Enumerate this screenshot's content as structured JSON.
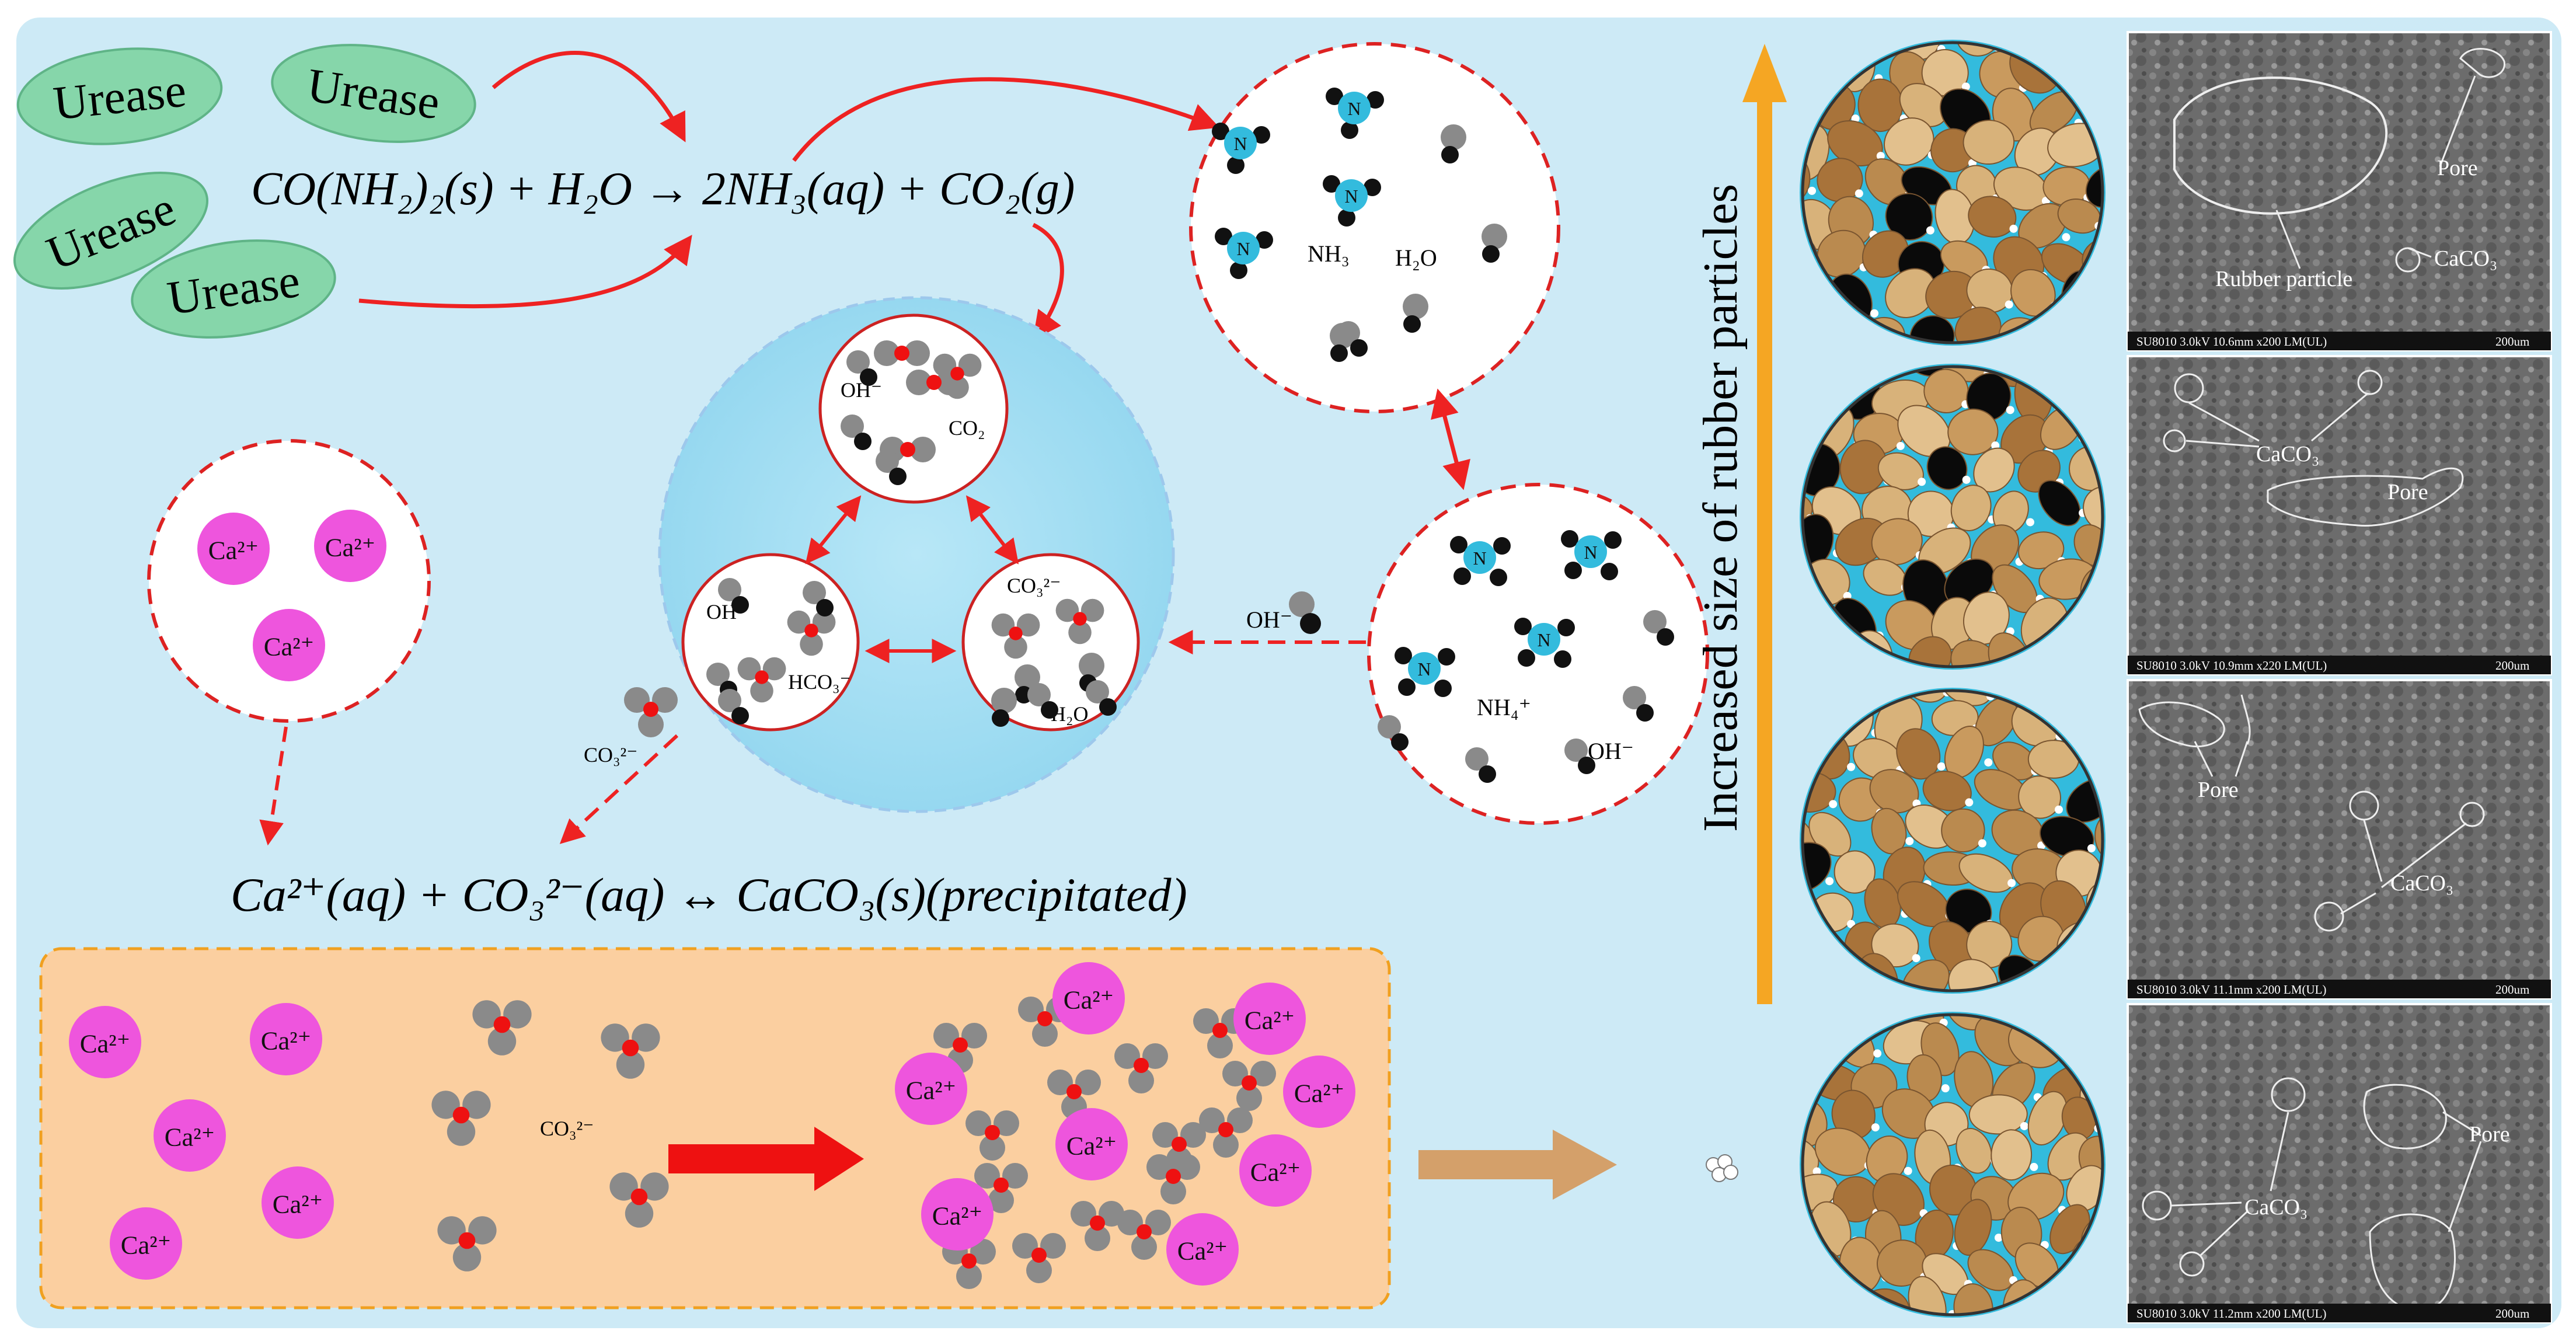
{
  "enzyme": {
    "label": "Urease"
  },
  "equations": {
    "hydrolysis": "CO(NH₂)₂(s) + H₂O → 2NH₃(aq) + CO₂(g)",
    "precipitation": "Ca²⁺(aq) + CO₃²⁻(aq) ↔ CaCO₃(s)(precipitated)"
  },
  "ions": {
    "calcium": "Ca²⁺",
    "hydroxide": "OH⁻",
    "carbonate": "CO₃²⁻",
    "bicarbonate": "HCO₃⁻",
    "nitrogen": "N"
  },
  "species": {
    "ammonia": "NH₃",
    "water": "H₂O",
    "ammonium": "NH₄⁺",
    "carbon_dioxide": "CO₂"
  },
  "trend_axis": {
    "label": "Increased size of rubber particles"
  },
  "sem_images": [
    {
      "annotations": [
        "Pore",
        "CaCO₃",
        "Rubber particle"
      ],
      "footer": "SU8010 3.0kV 10.6mm x200 LM(UL)",
      "scale": "200um"
    },
    {
      "annotations": [
        "CaCO₃",
        "Pore"
      ],
      "footer": "SU8010 3.0kV 10.9mm x220 LM(UL)",
      "scale": "200um"
    },
    {
      "annotations": [
        "Pore",
        "CaCO₃"
      ],
      "footer": "SU8010 3.0kV 11.1mm x200 LM(UL)",
      "scale": "200um"
    },
    {
      "annotations": [
        "Pore",
        "CaCO₃"
      ],
      "footer": "SU8010 3.0kV 11.2mm x200 LM(UL)",
      "scale": "200um"
    }
  ],
  "colors": {
    "background": "#cdeaf6",
    "urease": "#86d6aa",
    "arrow": "#ee2222",
    "calcium": "#ee55dd",
    "nitrogen": "#33bbdd",
    "carbon_red": "#ee1111",
    "oxygen_gray": "#8a8a8a",
    "hydrogen_black": "#111111",
    "cycle_zone": "#9fdcf2",
    "precip_box": "#fbcfa0",
    "trend_arrow": "#f5a623",
    "flow_arrow": "#d4a06a"
  }
}
